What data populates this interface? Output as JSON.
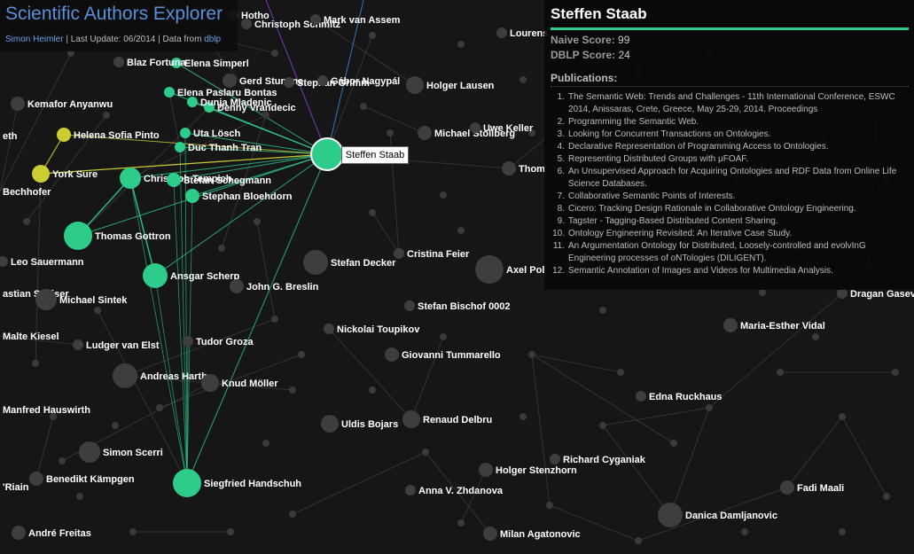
{
  "header": {
    "title": "Scientific Authors Explorer",
    "author_link": "Simon Heimler",
    "last_update": "| Last Update: 06/2014 | Data from",
    "data_link": "dblp"
  },
  "colors": {
    "highlight": "#2ecc8a",
    "secondary": "#cccc33",
    "node": "#3e3e3e",
    "edge": "#3a3a3a",
    "link_blue": "#5b8fd8"
  },
  "selected_author": {
    "name": "Steffen Staab",
    "naive_label": "Naive Score:",
    "naive_value": "99",
    "dblp_label": "DBLP Score:",
    "dblp_value": "24",
    "publications_label": "Publications:",
    "publications": [
      "The Semantic Web: Trends and Challenges - 11th International Conference, ESWC 2014, Anissaras, Crete, Greece, May 25-29, 2014. Proceedings",
      "Programming the Semantic Web.",
      "Looking for Concurrent Transactions on Ontologies.",
      "Declarative Representation of Programming Access to Ontologies.",
      "Representing Distributed Groups with μFOAF.",
      "An Unsupervised Approach for Acquiring Ontologies and RDF Data from Online Life Science Databases.",
      "Collaborative Semantic Points of Interests.",
      "Cicero: Tracking Design Rationale in Collaborative Ontology Engineering.",
      "Tagster - Tagging-Based Distributed Content Sharing.",
      "Ontology Engineering Revisited: An Iterative Case Study.",
      "An Argumentation Ontology for Distributed, Loosely-controlled and evolvInG Engineering processes of oNTologies (DILIGENT).",
      "Semantic Annotation of Images and Videos for Multimedia Analysis."
    ]
  },
  "hover_label": "Steffen Staab",
  "graph": {
    "nodes": [
      {
        "label": "Steffen Staab",
        "group": "selected"
      },
      {
        "label": "Thomas Gottron",
        "group": "highlight"
      },
      {
        "label": "Ansgar Scherp",
        "group": "highlight"
      },
      {
        "label": "Siegfried Handschuh",
        "group": "highlight"
      },
      {
        "label": "Christoph Tempich",
        "group": "highlight"
      },
      {
        "label": "Stefan Schegmann",
        "group": "highlight"
      },
      {
        "label": "Stephan Bloehdorn",
        "group": "highlight"
      },
      {
        "label": "Elena Simperl",
        "group": "highlight"
      },
      {
        "label": "Elena Paslaru Bontas",
        "group": "highlight"
      },
      {
        "label": "Duc Thanh Tran",
        "group": "highlight"
      },
      {
        "label": "Denny Vrandecic",
        "group": "highlight"
      },
      {
        "label": "Dunja Mladenic",
        "group": "highlight"
      },
      {
        "label": "Uta Lösch",
        "group": "highlight"
      },
      {
        "label": "Helena Sofia Pinto",
        "group": "secondary"
      },
      {
        "label": "York Sure",
        "group": "secondary"
      },
      {
        "label": "Hotho",
        "group": "normal"
      },
      {
        "label": "Christoph Schmitz",
        "group": "normal"
      },
      {
        "label": "Mark van Assem",
        "group": "normal"
      },
      {
        "label": "Blaz Fortuna",
        "group": "normal"
      },
      {
        "label": "Gerd Stumme",
        "group": "normal"
      },
      {
        "label": "Stephan Grimm",
        "group": "normal"
      },
      {
        "label": "Gábor Nagypál",
        "group": "normal"
      },
      {
        "label": "Holger Lausen",
        "group": "normal"
      },
      {
        "label": "Lourens",
        "group": "normal"
      },
      {
        "label": "Kemafor Anyanwu",
        "group": "normal"
      },
      {
        "label": "eth",
        "group": "normal"
      },
      {
        "label": "Bechhofer",
        "group": "normal"
      },
      {
        "label": "Michael Stollberg",
        "group": "normal"
      },
      {
        "label": "Uwe Keller",
        "group": "normal"
      },
      {
        "label": "Thom",
        "group": "normal"
      },
      {
        "label": "Leo Sauermann",
        "group": "normal"
      },
      {
        "label": "Stefan Decker",
        "group": "normal"
      },
      {
        "label": "Cristina Feier",
        "group": "normal"
      },
      {
        "label": "Axel Pol",
        "group": "normal"
      },
      {
        "label": "astian Speiser",
        "group": "normal"
      },
      {
        "label": "Michael Sintek",
        "group": "normal"
      },
      {
        "label": "John G. Breslin",
        "group": "normal"
      },
      {
        "label": "Stefan Bischof 0002",
        "group": "normal"
      },
      {
        "label": "Malte Kiesel",
        "group": "normal"
      },
      {
        "label": "Ludger van Elst",
        "group": "normal"
      },
      {
        "label": "Tudor Groza",
        "group": "normal"
      },
      {
        "label": "Nickolai Toupikov",
        "group": "normal"
      },
      {
        "label": "Giovanni Tummarello",
        "group": "normal"
      },
      {
        "label": "Andreas Harth",
        "group": "normal"
      },
      {
        "label": "Knud Möller",
        "group": "normal"
      },
      {
        "label": "Manfred Hauswirth",
        "group": "normal"
      },
      {
        "label": "Uldis Bojars",
        "group": "normal"
      },
      {
        "label": "Renaud Delbru",
        "group": "normal"
      },
      {
        "label": "Simon Scerri",
        "group": "normal"
      },
      {
        "label": "Holger Stenzhorn",
        "group": "normal"
      },
      {
        "label": "Richard Cyganiak",
        "group": "normal"
      },
      {
        "label": "Benedikt Kämpgen",
        "group": "normal"
      },
      {
        "label": "'Riain",
        "group": "normal"
      },
      {
        "label": "Anna V. Zhdanova",
        "group": "normal"
      },
      {
        "label": "André Freitas",
        "group": "normal"
      },
      {
        "label": "Milan Agatonovic",
        "group": "normal"
      },
      {
        "label": "Maria-Esther Vidal",
        "group": "normal"
      },
      {
        "label": "Dragan Gasevic",
        "group": "normal"
      },
      {
        "label": "Edna Ruckhaus",
        "group": "normal"
      },
      {
        "label": "Fadi Maali",
        "group": "normal"
      },
      {
        "label": "Danica Damljanovic",
        "group": "normal"
      }
    ]
  }
}
